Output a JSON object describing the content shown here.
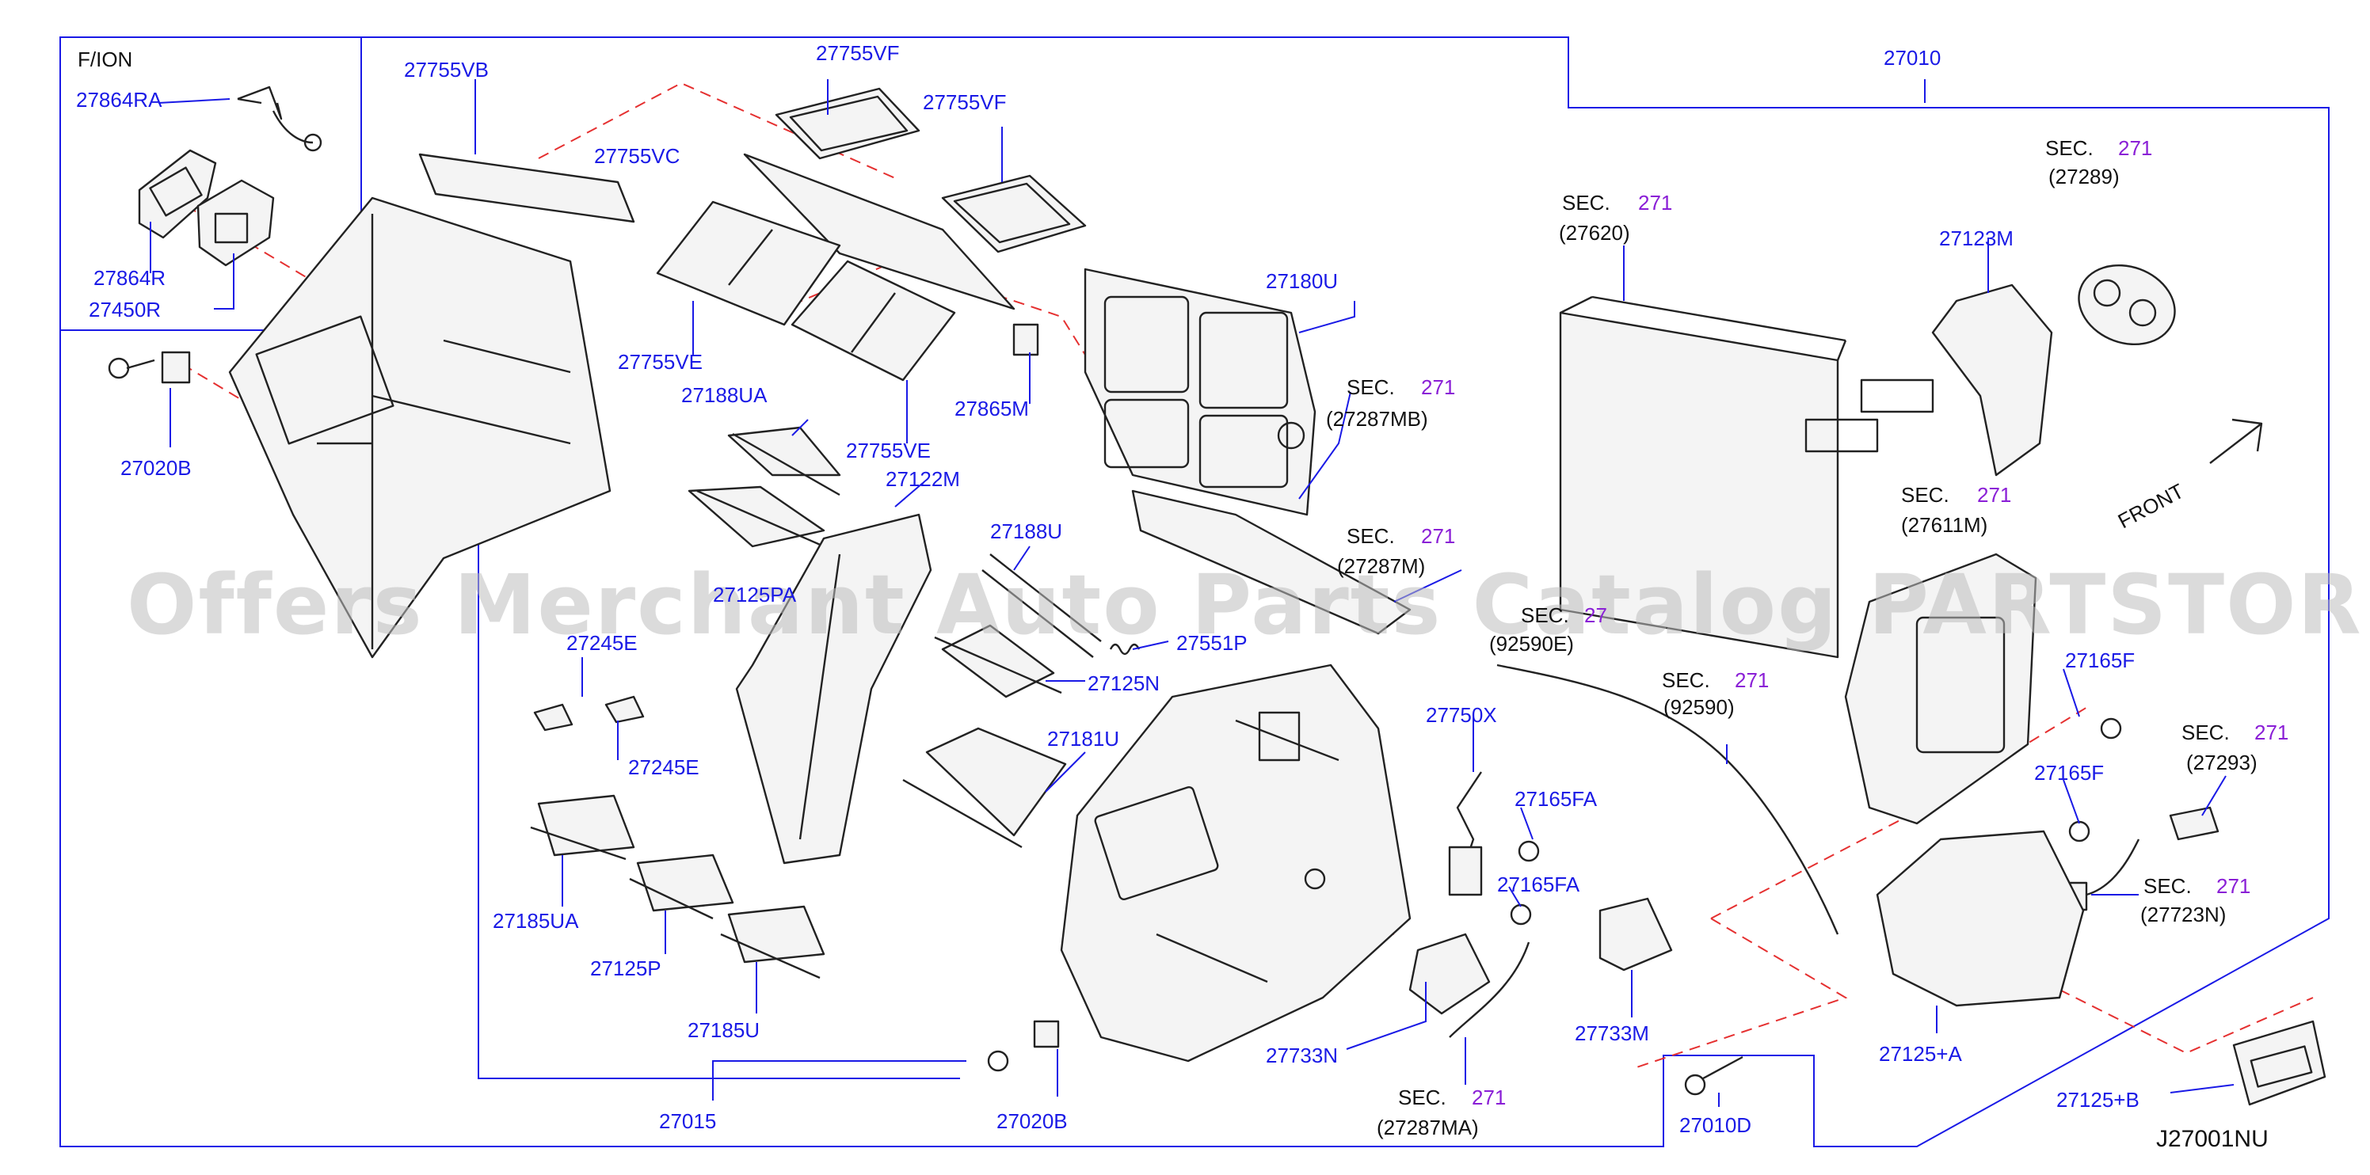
{
  "watermark": "Offers Merchant Auto Parts Catalog PARTSTORE.SA",
  "inset_title": "F/ION",
  "front_label": "FRONT",
  "diagram_id": "J27001NU",
  "colors": {
    "part_number": "#1a1ae6",
    "section_number": "#8a1fd6",
    "callout_line": "#1a1ae6",
    "ghost_line": "#e53030"
  },
  "callouts": {
    "p27864RA": "27864RA",
    "p27864R": "27864R",
    "p27450R": "27450R",
    "p27755VB": "27755VB",
    "p27755VF_1": "27755VF",
    "p27755VF_2": "27755VF",
    "p27755VC": "27755VC",
    "p27755VE_1": "27755VE",
    "p27755VE_2": "27755VE",
    "p27865M": "27865M",
    "p27180U": "27180U",
    "p27010": "27010",
    "p27123M": "27123M",
    "p27020B_1": "27020B",
    "p27188UA": "27188UA",
    "p27122M": "27122M",
    "p27125PA": "27125PA",
    "p27188U": "27188U",
    "p27551P": "27551P",
    "p27125N": "27125N",
    "p27245E_1": "27245E",
    "p27245E_2": "27245E",
    "p27181U": "27181U",
    "p27185UA": "27185UA",
    "p27125P": "27125P",
    "p27185U": "27185U",
    "p27015": "27015",
    "p27020B_2": "27020B",
    "p27733N": "27733N",
    "p27750X": "27750X",
    "p27165FA_1": "27165FA",
    "p27165FA_2": "27165FA",
    "p27733M": "27733M",
    "p27010D": "27010D",
    "p27165F_1": "27165F",
    "p27165F_2": "27165F",
    "p27125A": "27125+A",
    "p27125B": "27125+B"
  },
  "sections": {
    "s27620": {
      "prefix": "SEC.",
      "num": "271",
      "ref": "(27620)"
    },
    "s27289": {
      "prefix": "SEC.",
      "num": "271",
      "ref": "(27289)"
    },
    "s27287MB": {
      "prefix": "SEC.",
      "num": "271",
      "ref": "(27287MB)"
    },
    "s27287M": {
      "prefix": "SEC.",
      "num": "271",
      "ref": "(27287M)"
    },
    "s27611M": {
      "prefix": "SEC.",
      "num": "271",
      "ref": "(27611M)"
    },
    "s92590E": {
      "prefix": "SEC.",
      "num": "27",
      "ref": "(92590E)"
    },
    "s92590": {
      "prefix": "SEC.",
      "num": "271",
      "ref": "(92590)"
    },
    "s27293": {
      "prefix": "SEC.",
      "num": "271",
      "ref": "(27293)"
    },
    "s27723N": {
      "prefix": "SEC.",
      "num": "271",
      "ref": "(27723N)"
    },
    "s27287MA": {
      "prefix": "SEC.",
      "num": "271",
      "ref": "(27287MA)"
    }
  }
}
